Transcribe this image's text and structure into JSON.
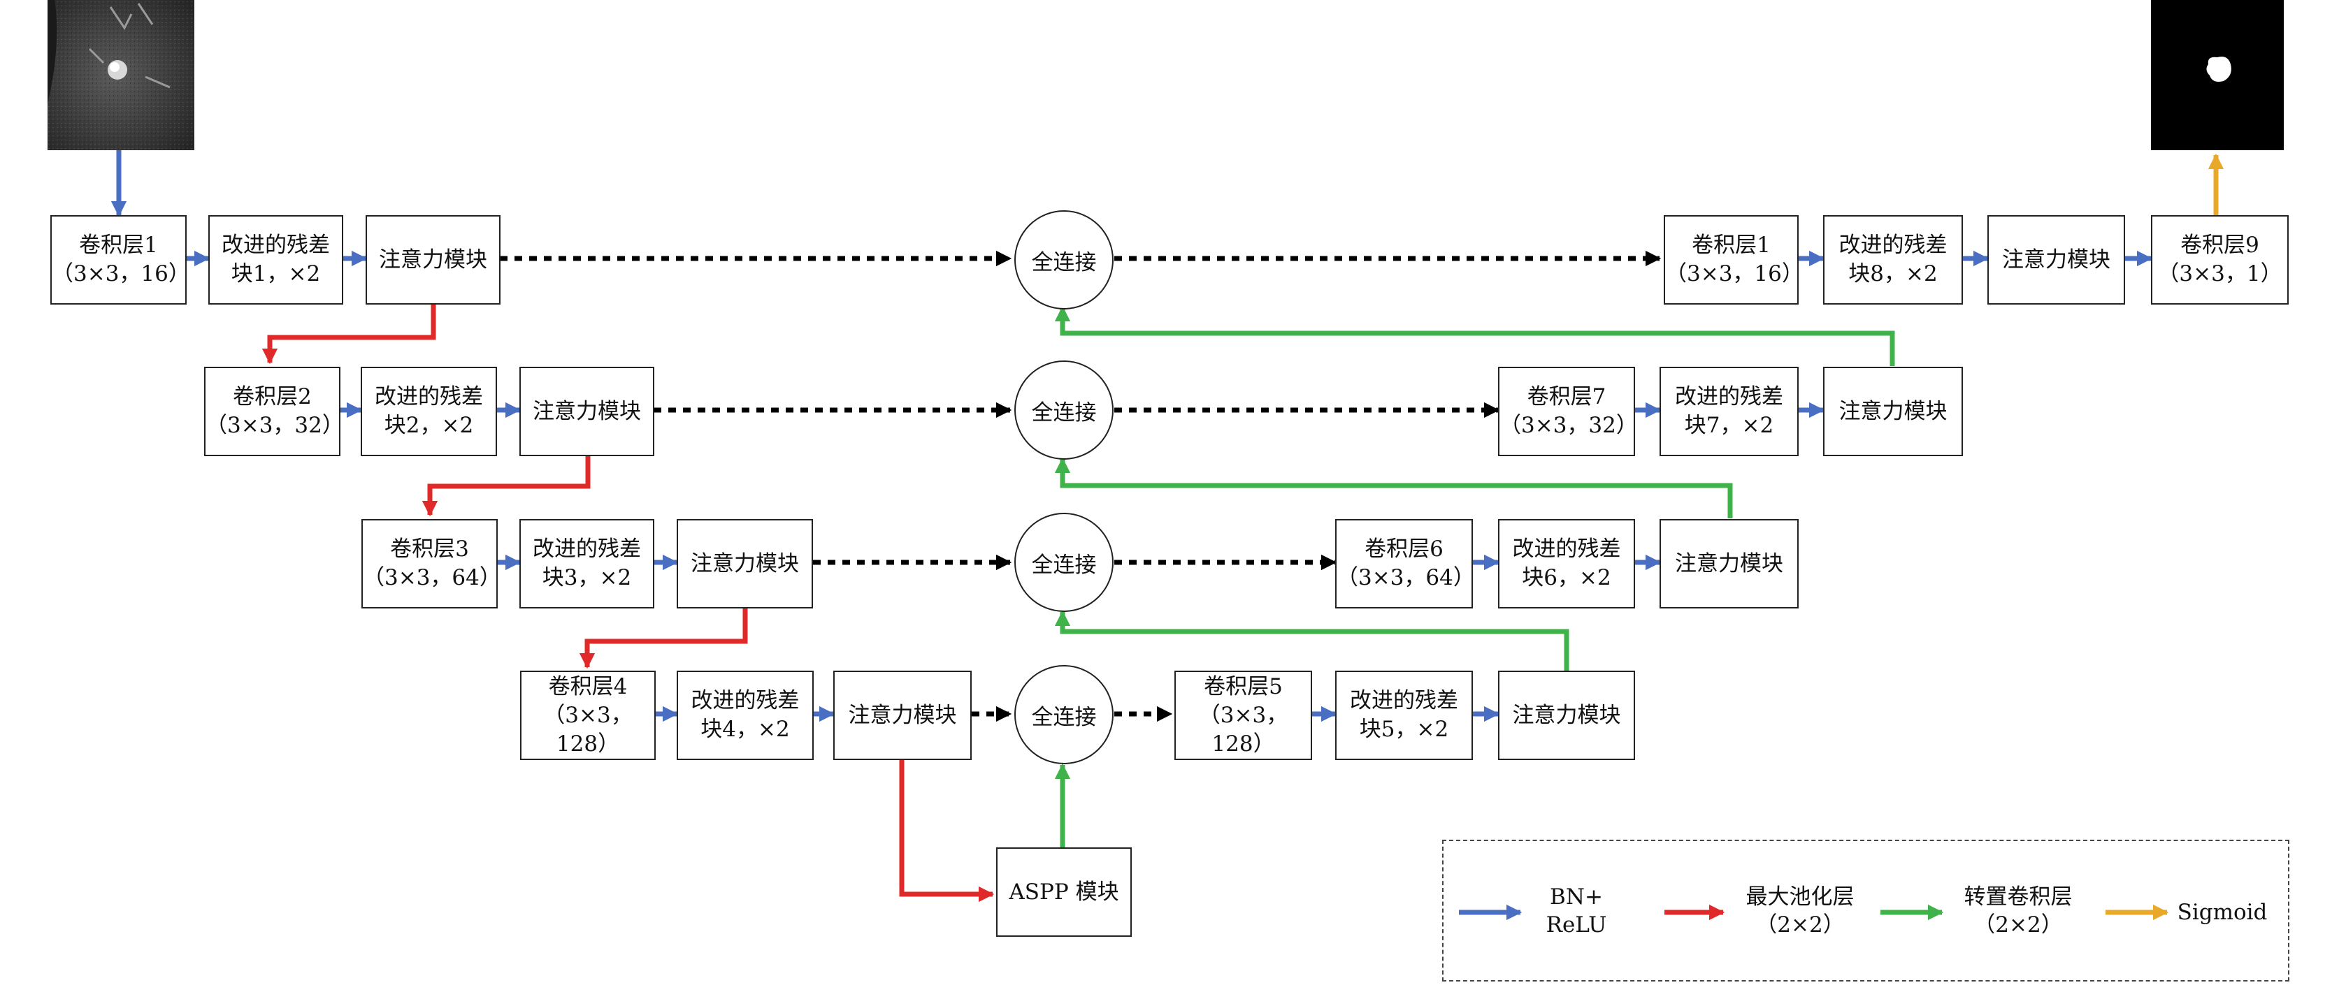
{
  "colors": {
    "bn_relu": "#4a6fc2",
    "maxpool": "#e02a2a",
    "transconv": "#3fb34a",
    "sigmoid": "#e8a92a",
    "dashed": "#000000"
  },
  "input_image": {
    "name": "ct-slice-input"
  },
  "output_image": {
    "name": "segmentation-mask-output"
  },
  "encoder": {
    "conv1": [
      "卷积层1",
      "（3×3，16）"
    ],
    "res1": [
      "改进的残差",
      "块1，×2"
    ],
    "att1": "注意力模块",
    "conv2": [
      "卷积层2",
      "（3×3，32）"
    ],
    "res2": [
      "改进的残差",
      "块2，×2"
    ],
    "att2": "注意力模块",
    "conv3": [
      "卷积层3",
      "（3×3，64）"
    ],
    "res3": [
      "改进的残差",
      "块3，×2"
    ],
    "att3": "注意力模块",
    "conv4": [
      "卷积层4",
      "（3×3，128）"
    ],
    "res4": [
      "改进的残差",
      "块4，×2"
    ],
    "att4": "注意力模块"
  },
  "fusion": {
    "fc1": "全连接",
    "fc2": "全连接",
    "fc3": "全连接",
    "fc4": "全连接"
  },
  "aspp": "ASPP 模块",
  "decoder": {
    "conv5": [
      "卷积层5",
      "（3×3，128）"
    ],
    "res5": [
      "改进的残差",
      "块5，×2"
    ],
    "att5": "注意力模块",
    "conv6": [
      "卷积层6",
      "（3×3，64）"
    ],
    "res6": [
      "改进的残差",
      "块6，×2"
    ],
    "att6": "注意力模块",
    "conv7": [
      "卷积层7",
      "（3×3，32）"
    ],
    "res7": [
      "改进的残差",
      "块7，×2"
    ],
    "att7": "注意力模块",
    "conv8": [
      "卷积层1",
      "（3×3，16）"
    ],
    "res8": [
      "改进的残差",
      "块8，×2"
    ],
    "att8": "注意力模块",
    "conv9": [
      "卷积层9",
      "（3×3，1）"
    ]
  },
  "legend": {
    "bn_relu": [
      "BN+",
      "ReLU"
    ],
    "maxpool": [
      "最大池化层",
      "（2×2）"
    ],
    "transconv": [
      "转置卷积层",
      "（2×2）"
    ],
    "sigmoid": "Sigmoid"
  }
}
